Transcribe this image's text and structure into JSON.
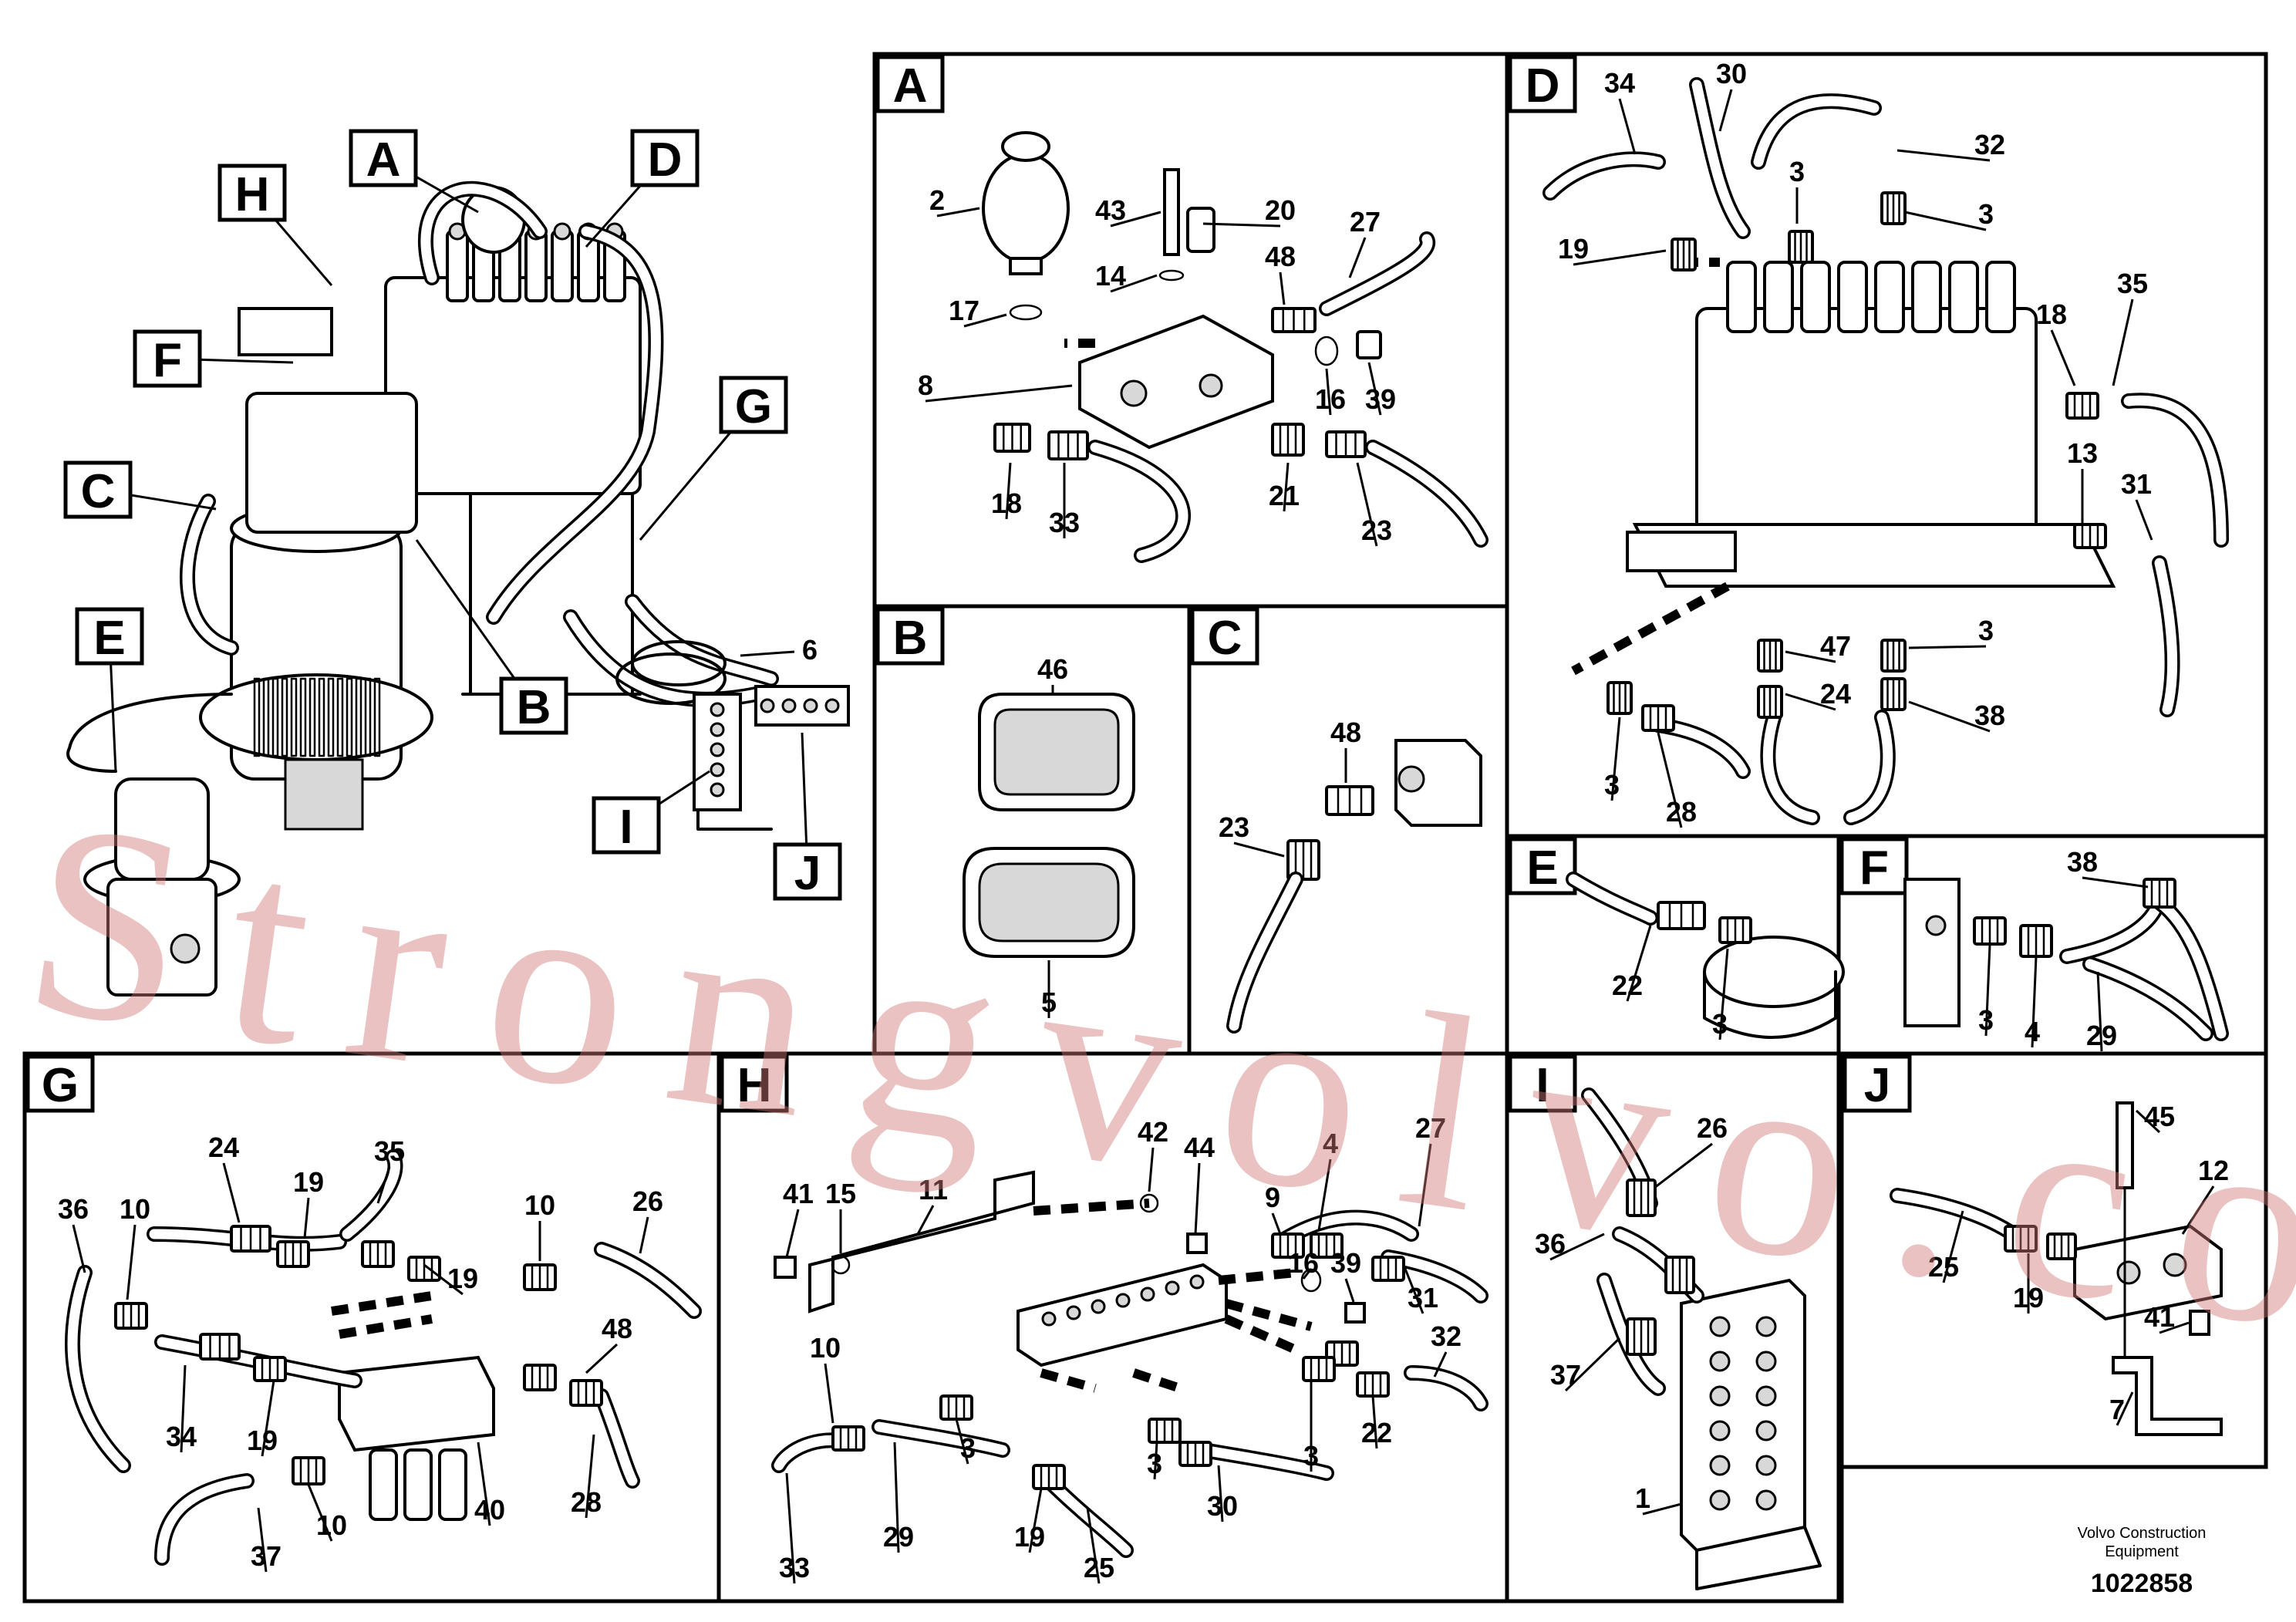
{
  "watermark": "Strongvolvo.com",
  "footer": {
    "brand": "Volvo Construction Equipment",
    "drawing_number": "1022858"
  },
  "overview": {
    "callouts": [
      "A",
      "B",
      "C",
      "D",
      "E",
      "F",
      "G",
      "H",
      "I",
      "J"
    ],
    "part_label": "6"
  },
  "panels": [
    {
      "id": "A",
      "labels": [
        "2",
        "43",
        "20",
        "27",
        "48",
        "17",
        "14",
        "8",
        "16",
        "39",
        "18",
        "33",
        "21",
        "23"
      ]
    },
    {
      "id": "B",
      "labels": [
        "46",
        "5"
      ]
    },
    {
      "id": "C",
      "labels": [
        "48",
        "23"
      ]
    },
    {
      "id": "D",
      "labels": [
        "34",
        "30",
        "32",
        "3",
        "3",
        "19",
        "35",
        "18",
        "13",
        "31",
        "47",
        "3",
        "24",
        "38",
        "3",
        "28"
      ]
    },
    {
      "id": "E",
      "labels": [
        "22",
        "3"
      ]
    },
    {
      "id": "F",
      "labels": [
        "38",
        "3",
        "4",
        "29"
      ]
    },
    {
      "id": "G",
      "labels": [
        "36",
        "10",
        "24",
        "19",
        "35",
        "19",
        "10",
        "26",
        "48",
        "34",
        "19",
        "10",
        "37",
        "40",
        "28"
      ]
    },
    {
      "id": "H",
      "labels": [
        "41",
        "15",
        "11",
        "42",
        "44",
        "9",
        "4",
        "27",
        "16",
        "39",
        "31",
        "10",
        "3",
        "32",
        "3",
        "3",
        "22",
        "33",
        "29",
        "19",
        "25",
        "30"
      ]
    },
    {
      "id": "I",
      "labels": [
        "26",
        "36",
        "37",
        "1"
      ]
    },
    {
      "id": "J",
      "labels": [
        "45",
        "12",
        "25",
        "19",
        "41",
        "7"
      ]
    }
  ]
}
